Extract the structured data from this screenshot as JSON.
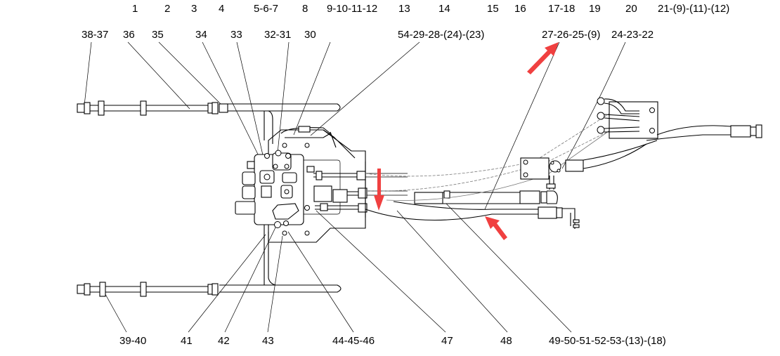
{
  "drawing": {
    "top_row_labels": [
      "1",
      "2",
      "3",
      "4",
      "5-6-7",
      "8",
      "9-10-11-12",
      "13",
      "14",
      "15",
      "16",
      "17-18",
      "19",
      "20",
      "21-(9)-(11)-(12)"
    ],
    "second_row_labels": [
      "38-37",
      "36",
      "35",
      "34",
      "33",
      "32-31",
      "30",
      "54-29-28-(24)-(23)",
      "27-26-25-(9)",
      "24-23-22"
    ],
    "bottom_row_labels": [
      "39-40",
      "41",
      "42",
      "43",
      "44-45-46",
      "47",
      "48",
      "49-50-51-52-53-(13)-(18)"
    ],
    "callout_arrows": [
      {
        "name": "arrow-pointing-to-27-26-25",
        "direction": "up-right"
      },
      {
        "name": "arrow-pointing-down-at-cable",
        "direction": "down"
      },
      {
        "name": "arrow-pointing-to-hose",
        "direction": "up-left"
      }
    ],
    "colors": {
      "line": "#000000",
      "callout_arrow": "#f04040",
      "background": "#ffffff"
    }
  }
}
